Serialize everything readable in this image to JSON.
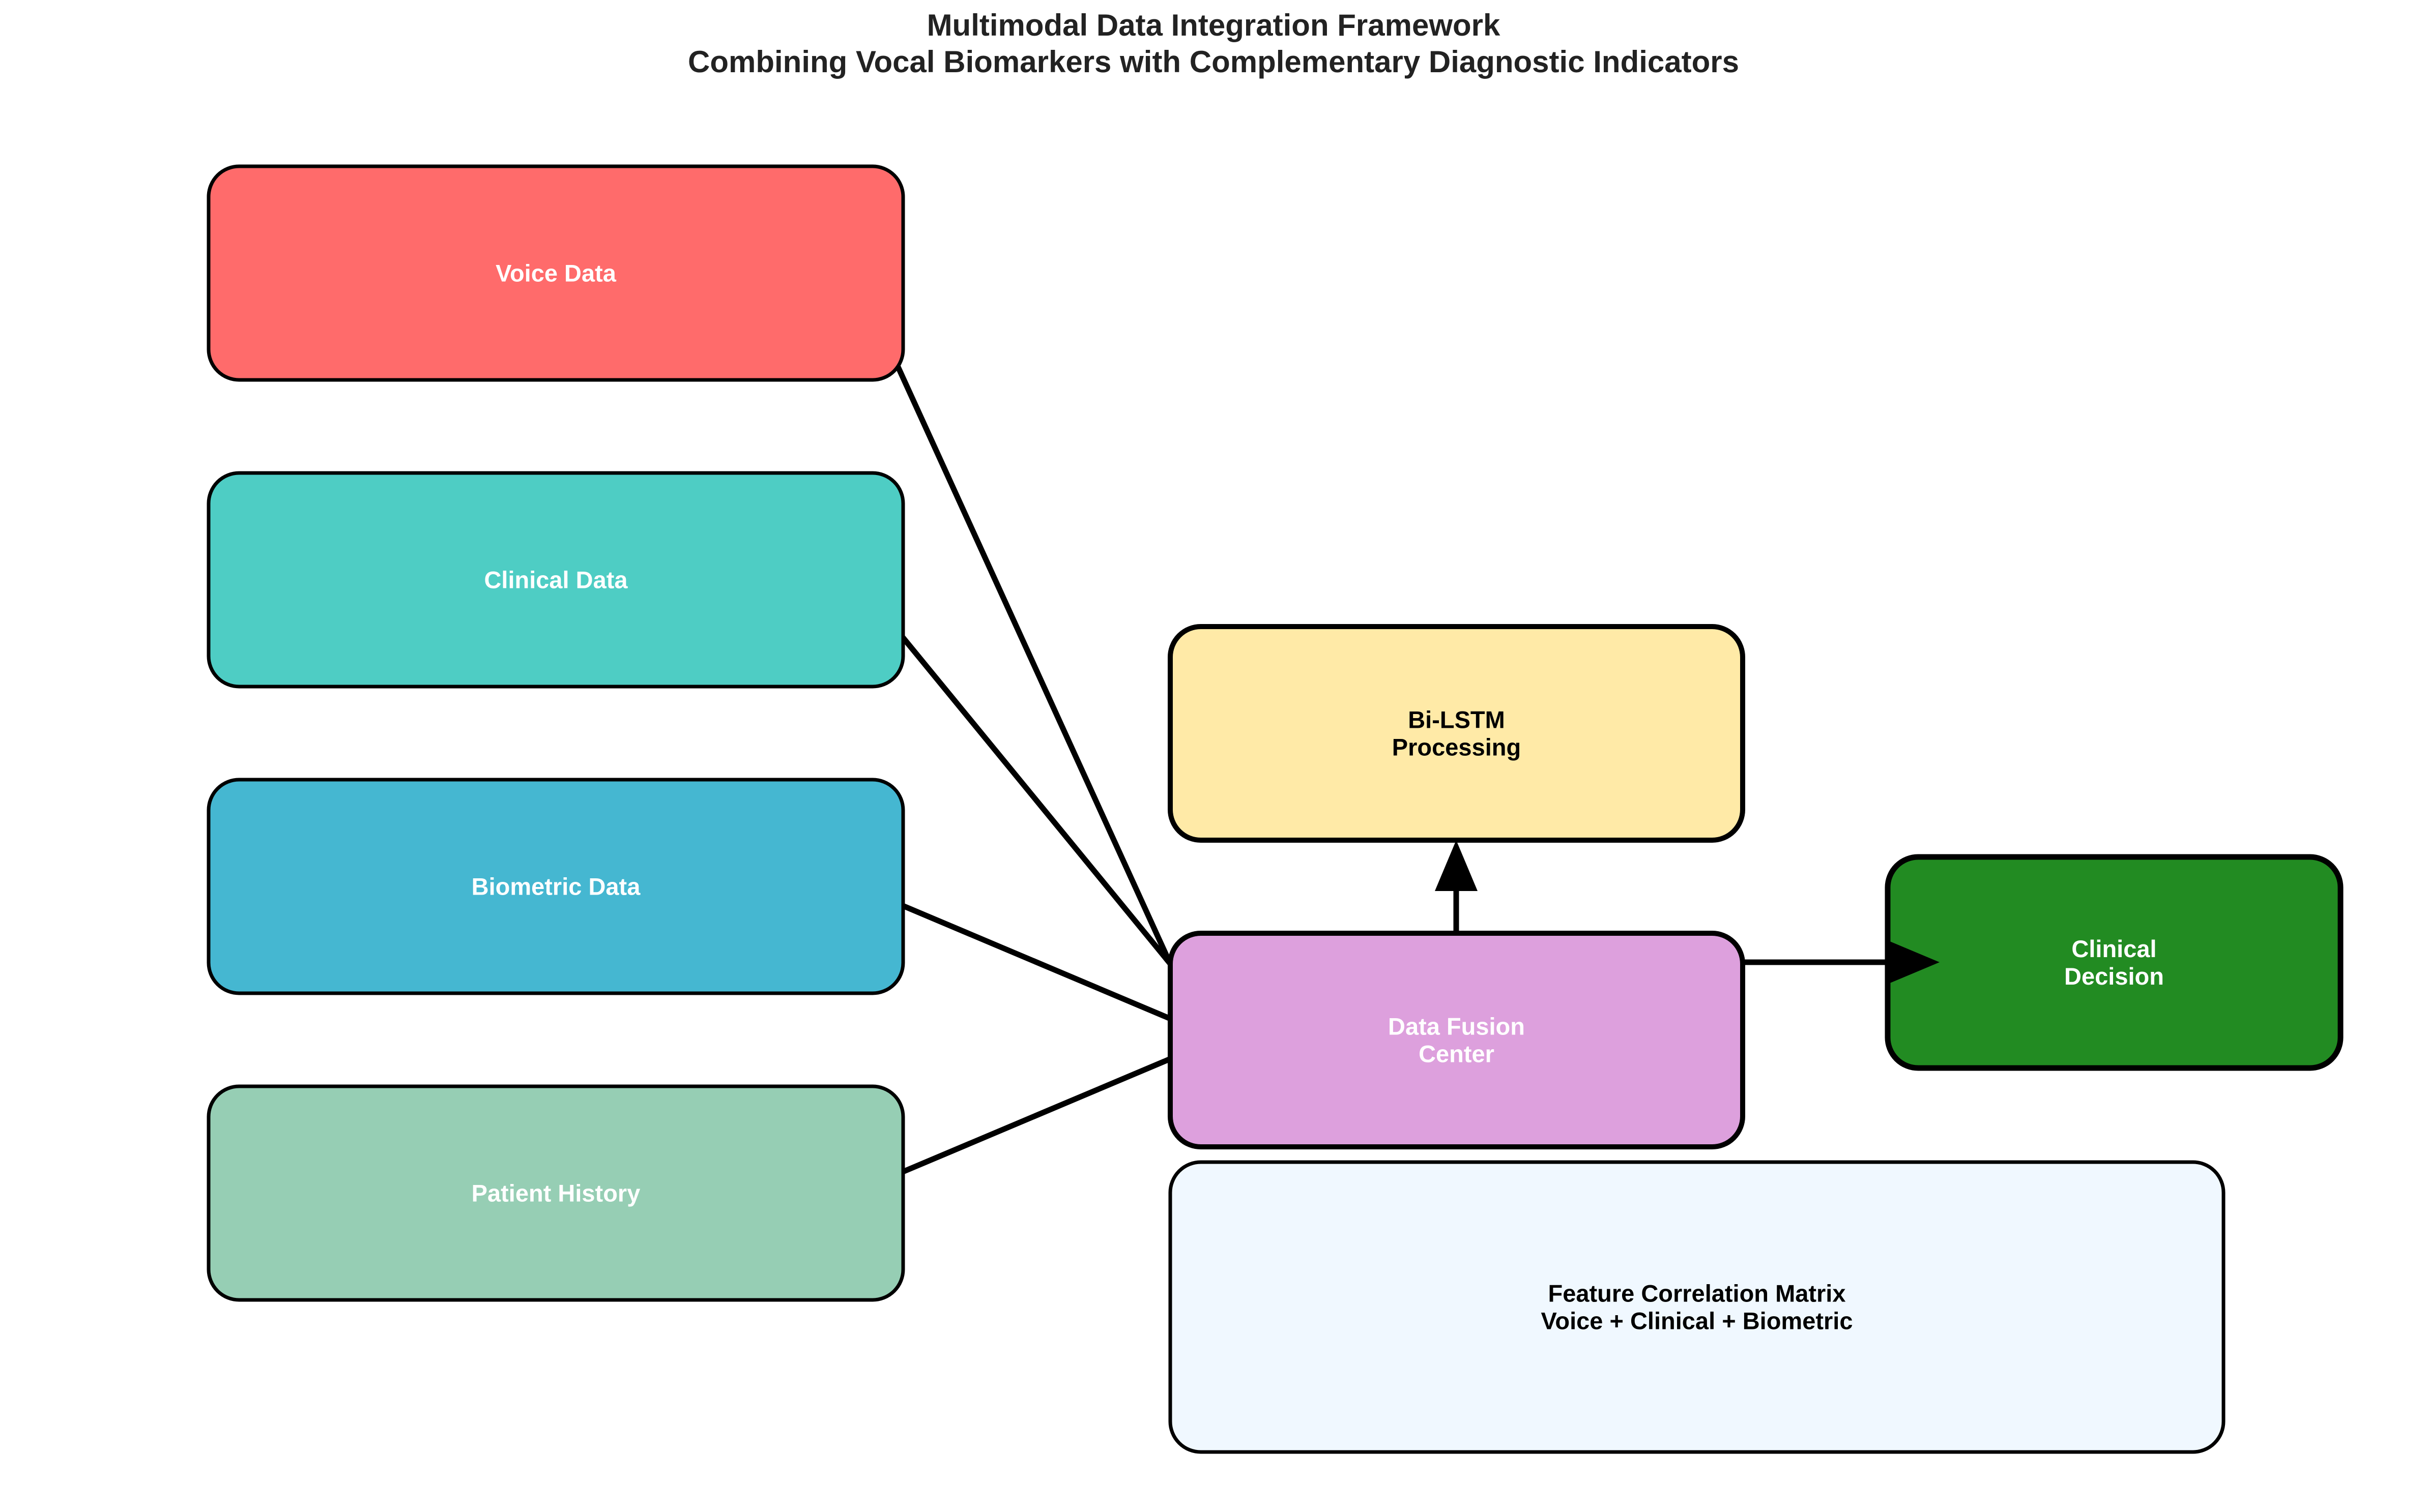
{
  "diagram": {
    "title_line1": "Multimodal Data Integration Framework",
    "title_line2": "Combining Vocal Biomarkers with Complementary Diagnostic Indicators",
    "nodes": [
      {
        "id": "voice",
        "lines": [
          "Voice Data"
        ],
        "fill": "#FF6B6B",
        "text_color": "#ffffff"
      },
      {
        "id": "clinical",
        "lines": [
          "Clinical Data"
        ],
        "fill": "#4ECDC4",
        "text_color": "#ffffff"
      },
      {
        "id": "biometric",
        "lines": [
          "Biometric Data"
        ],
        "fill": "#45B7D1",
        "text_color": "#ffffff"
      },
      {
        "id": "history",
        "lines": [
          "Patient History"
        ],
        "fill": "#96CEB4",
        "text_color": "#ffffff"
      },
      {
        "id": "bilstm",
        "lines": [
          "Bi-LSTM",
          "Processing"
        ],
        "fill": "#FFEAA7",
        "text_color": "#000000"
      },
      {
        "id": "fusion",
        "lines": [
          "Data Fusion",
          "Center"
        ],
        "fill": "#DDA0DD",
        "text_color": "#ffffff"
      },
      {
        "id": "decision",
        "lines": [
          "Clinical",
          "Decision"
        ],
        "fill": "#228B22",
        "text_color": "#ffffff"
      },
      {
        "id": "matrix",
        "lines": [
          "Feature Correlation Matrix",
          "Voice + Clinical + Biometric"
        ],
        "fill": "#F0F8FF",
        "text_color": "#000000"
      }
    ],
    "edges": [
      {
        "from": "voice",
        "to": "fusion",
        "arrow": false
      },
      {
        "from": "clinical",
        "to": "fusion",
        "arrow": false
      },
      {
        "from": "biometric",
        "to": "fusion",
        "arrow": false
      },
      {
        "from": "history",
        "to": "fusion",
        "arrow": false
      },
      {
        "from": "fusion",
        "to": "bilstm",
        "arrow": true
      },
      {
        "from": "fusion",
        "to": "decision",
        "arrow": true
      }
    ]
  }
}
